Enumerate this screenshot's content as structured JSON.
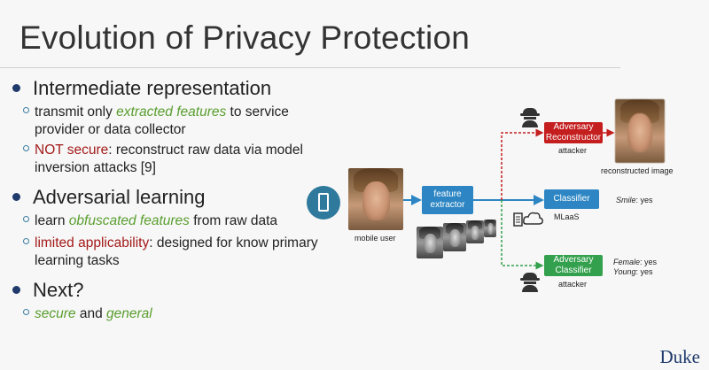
{
  "slide": {
    "title": "Evolution of Privacy Protection",
    "bullets": [
      {
        "heading": "Intermediate representation",
        "subs": [
          {
            "parts": [
              "transmit only ",
              "extracted features",
              " to service"
            ],
            "line2": "provider or data collector"
          },
          {
            "parts": [
              "NOT secure",
              ": reconstruct raw data via model"
            ],
            "line2": "inversion attacks [9]"
          }
        ]
      },
      {
        "heading": "Adversarial learning",
        "subs": [
          {
            "parts": [
              "learn ",
              "obfuscated features",
              " from raw data"
            ]
          },
          {
            "parts": [
              "limited applicability",
              ": designed for know primary"
            ],
            "line2": "learning tasks"
          }
        ]
      },
      {
        "heading": "Next?",
        "subs": [
          {
            "parts": [
              "secure",
              " and ",
              "general"
            ]
          }
        ]
      }
    ],
    "logo": "Duke"
  },
  "diagram": {
    "mobile_user": "mobile user",
    "feature_extractor": "feature extractor",
    "adversary_reconstructor": "Adversary Reconstructor",
    "attacker_top": "attacker",
    "reconstructed_image": "reconstructed image",
    "classifier": "Classifier",
    "mlaas": "MLaaS",
    "smile_label": "Smile",
    "smile_value": ": yes",
    "adversary_classifier": "Adversary Classifier",
    "attacker_bottom": "attacker",
    "female_label": "Female",
    "female_value": ": yes",
    "young_label": "Young",
    "young_value": ": yes",
    "colors": {
      "blue": "#2d86c3",
      "red": "#c41e1e",
      "green": "#33a04d",
      "accent_green_text": "#5a9e2f",
      "accent_red_text": "#a31a1a"
    }
  }
}
